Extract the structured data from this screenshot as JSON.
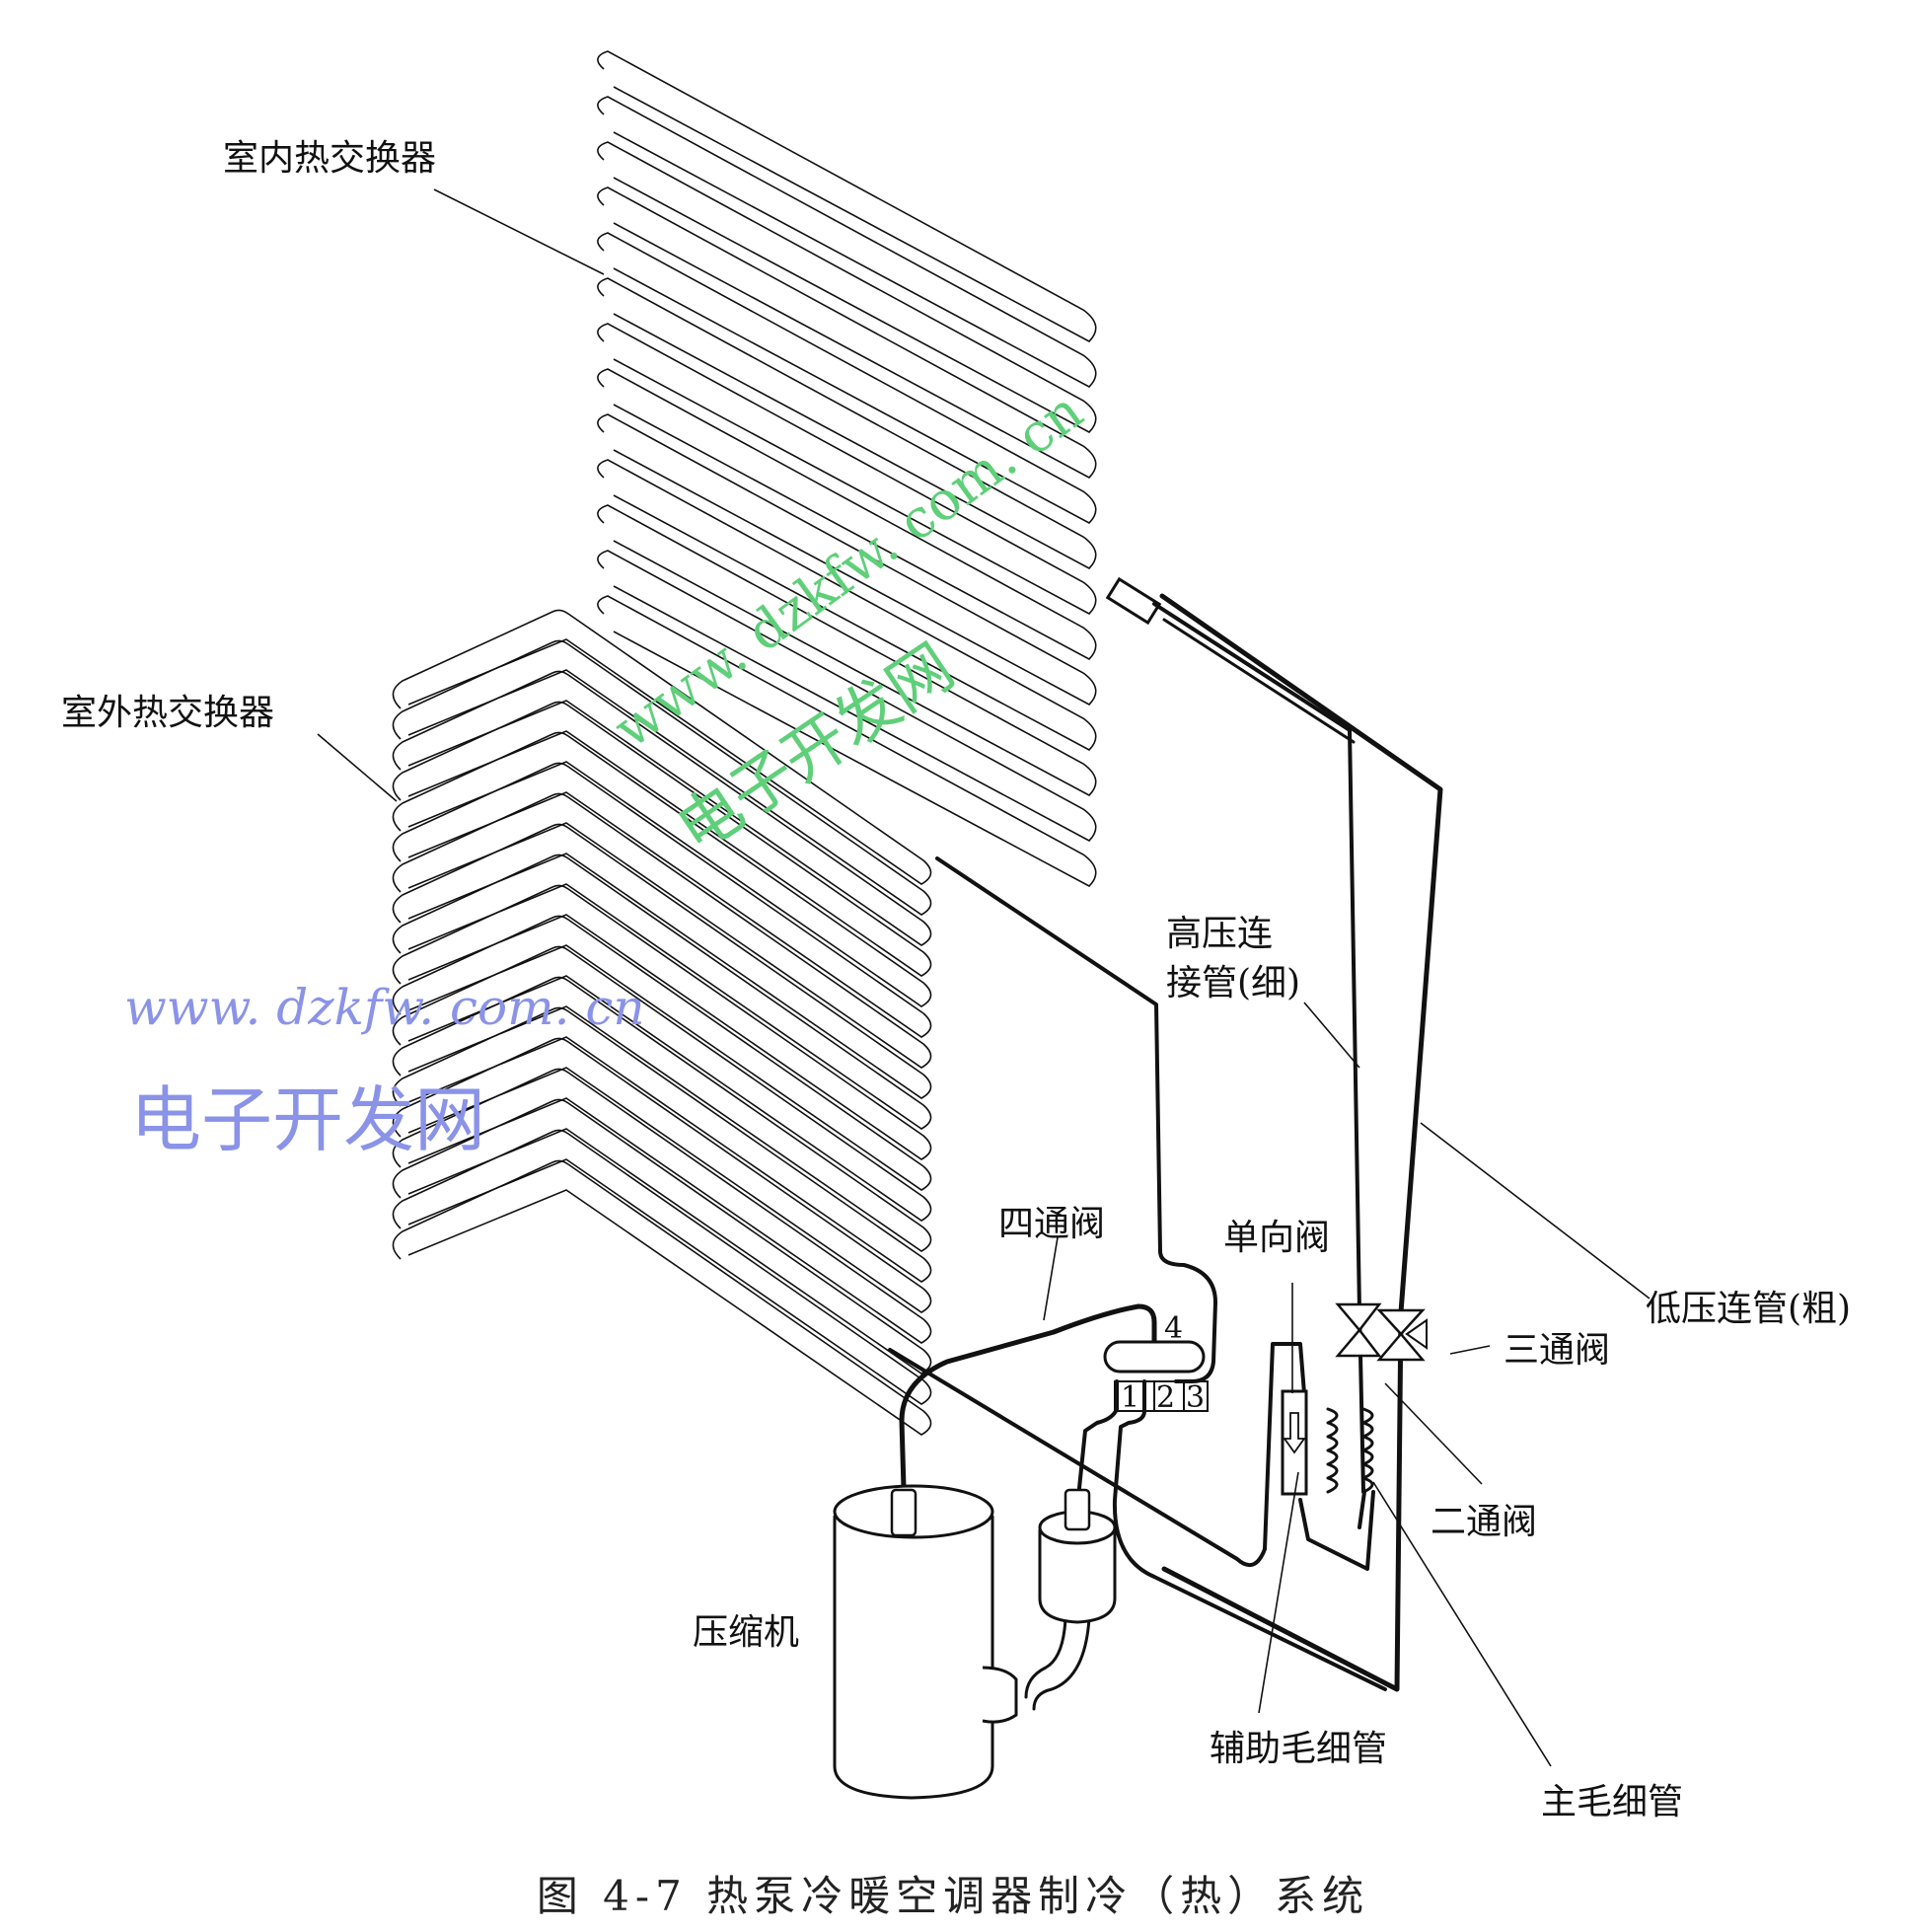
{
  "diagram": {
    "labels": {
      "indoor_hx": "室内热交换器",
      "outdoor_hx": "室外热交换器",
      "hp_pipe_line1": "高压连",
      "hp_pipe_line2": "接管(细)",
      "four_way_valve": "四通阀",
      "check_valve": "单向阀",
      "lp_pipe": "低压连管(粗)",
      "three_way_valve": "三通阀",
      "two_way_valve": "二通阀",
      "compressor": "压缩机",
      "aux_capillary": "辅助毛细管",
      "main_capillary": "主毛细管"
    },
    "ports": [
      "1",
      "2",
      "3",
      "4"
    ],
    "caption": "图 4-7  热泵冷暖空调器制冷（热）系统"
  },
  "watermark": {
    "url": "www. dzkfw. com. cn",
    "name": "电子开发网",
    "color_blue": "#8a93e8",
    "color_green": "#5fcf7a"
  }
}
